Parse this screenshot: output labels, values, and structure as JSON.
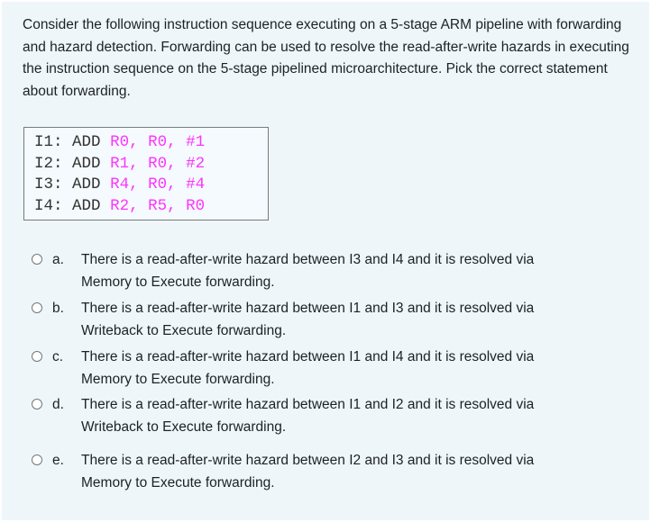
{
  "question": {
    "prompt": "Consider the following instruction sequence executing on a 5-stage ARM pipeline with forwarding and hazard detection. Forwarding can be used to resolve the read-after-write hazards in executing the instruction sequence on the 5-stage pipelined microarchitecture. Pick the correct statement about forwarding."
  },
  "code": {
    "lines": [
      {
        "label": "I1:",
        "op": "ADD",
        "args": "R0, R0, #1"
      },
      {
        "label": "I2:",
        "op": "ADD",
        "args": "R1, R0, #2"
      },
      {
        "label": "I3:",
        "op": "ADD",
        "args": "R4, R0, #4"
      },
      {
        "label": "I4:",
        "op": "ADD",
        "args": "R2, R5, R0"
      }
    ],
    "args_color": "#ff33ff"
  },
  "options": [
    {
      "letter": "a.",
      "text": "There is a read-after-write hazard between I3 and I4 and it is resolved via Memory to Execute forwarding.",
      "selected": false
    },
    {
      "letter": "b.",
      "text": "There is a read-after-write hazard between I1 and I3 and it is resolved via Writeback to Execute forwarding.",
      "selected": false
    },
    {
      "letter": "c.",
      "text": "There is a read-after-write hazard between I1 and I4 and it is resolved via Memory to Execute forwarding.",
      "selected": false
    },
    {
      "letter": "d.",
      "text": "There is a read-after-write hazard between I1 and I2 and it is resolved via Writeback to Execute forwarding.",
      "selected": false
    },
    {
      "letter": "e.",
      "text": "There is a read-after-write hazard between I2 and I3 and it is resolved via Memory to Execute forwarding.",
      "selected": false
    }
  ]
}
